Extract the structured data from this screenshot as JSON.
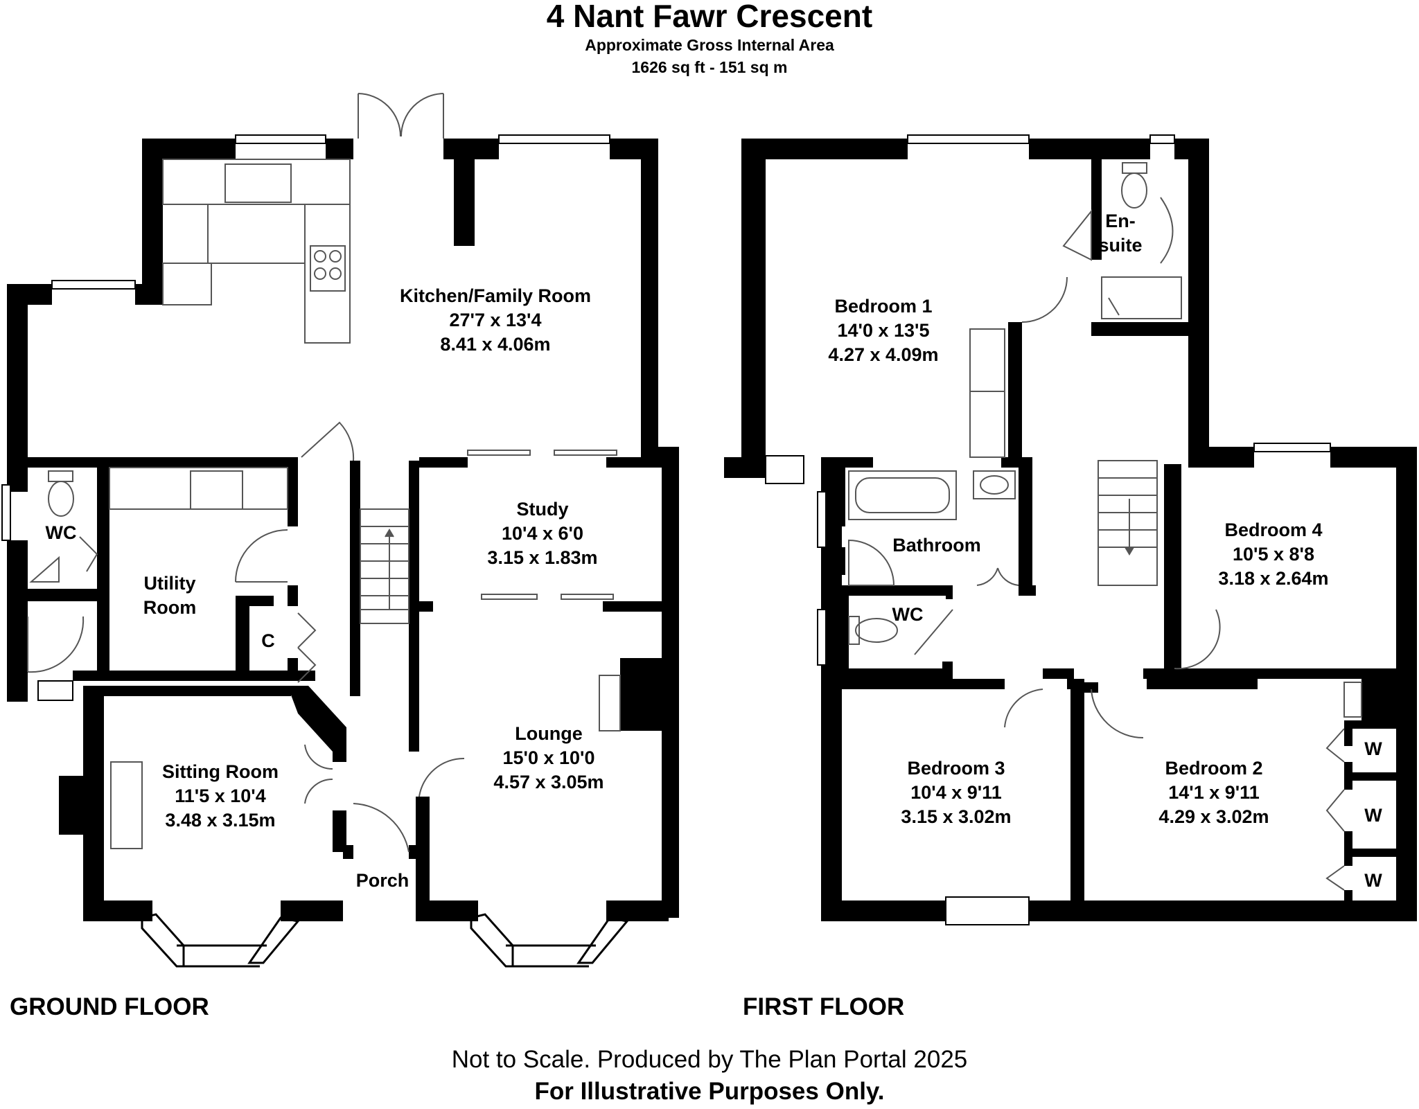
{
  "header": {
    "address": "4 Nant Fawr Crescent",
    "area_caption": "Approximate Gross Internal Area",
    "area_value": "1626 sq ft - 151 sq m"
  },
  "floors": {
    "ground": "GROUND FLOOR",
    "first": "FIRST FLOOR"
  },
  "rooms": {
    "kitchen": {
      "name": "Kitchen/Family Room",
      "imperial": "27'7 x 13'4",
      "metric": "8.41 x 4.06m"
    },
    "study": {
      "name": "Study",
      "imperial": "10'4 x 6'0",
      "metric": "3.15 x 1.83m"
    },
    "utility": {
      "name1": "Utility",
      "name2": "Room"
    },
    "wc_ground": "WC",
    "cupboard": "C",
    "lounge": {
      "name": "Lounge",
      "imperial": "15'0 x 10'0",
      "metric": "4.57 x 3.05m"
    },
    "sitting": {
      "name": "Sitting Room",
      "imperial": "11'5 x 10'4",
      "metric": "3.48 x 3.15m"
    },
    "porch": "Porch",
    "bedroom1": {
      "name": "Bedroom 1",
      "imperial": "14'0 x 13'5",
      "metric": "4.27 x 4.09m"
    },
    "ensuite": {
      "name1": "En-",
      "name2": "suite"
    },
    "bathroom": "Bathroom",
    "wc_first": "WC",
    "bedroom4": {
      "name": "Bedroom 4",
      "imperial": "10'5 x 8'8",
      "metric": "3.18 x 2.64m"
    },
    "bedroom3": {
      "name": "Bedroom 3",
      "imperial": "10'4 x 9'11",
      "metric": "3.15 x 3.02m"
    },
    "bedroom2": {
      "name": "Bedroom 2",
      "imperial": "14'1 x 9'11",
      "metric": "4.29 x 3.02m"
    },
    "wardrobe": "W"
  },
  "footer": {
    "note": "Not to Scale. Produced by The Plan Portal 2025",
    "disclaimer": "For Illustrative Purposes Only."
  },
  "colors": {
    "wall": "#000000",
    "background": "#ffffff",
    "fixture": "#555555"
  }
}
